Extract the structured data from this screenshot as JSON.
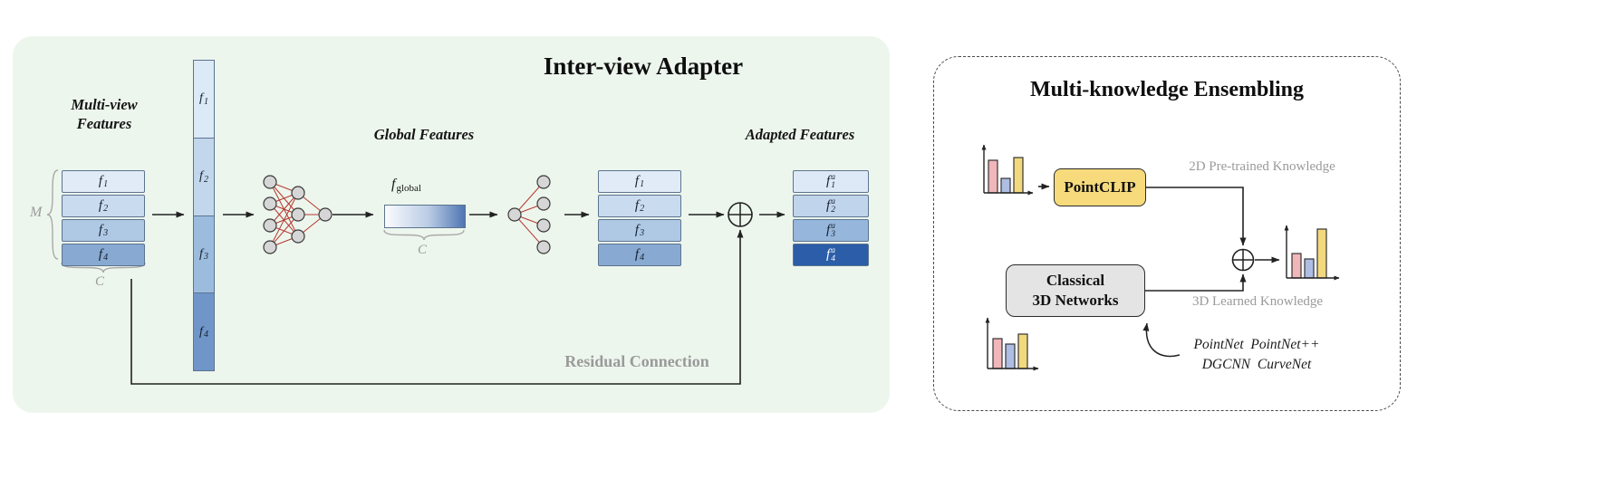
{
  "left_panel": {
    "title": "Inter-view Adapter",
    "multiview": {
      "line1": "Multi-view",
      "line2": "Features"
    },
    "m_label": "M",
    "c_stack": "C",
    "global_label": "Global Features",
    "fglobal": {
      "base": "f",
      "sub": "global"
    },
    "c_global": "C",
    "adapted_label": "Adapted Features",
    "residual_label": "Residual Connection",
    "stack1": [
      {
        "base": "f",
        "sub": "1"
      },
      {
        "base": "f",
        "sub": "2"
      },
      {
        "base": "f",
        "sub": "3"
      },
      {
        "base": "f",
        "sub": "4"
      }
    ],
    "column": [
      {
        "base": "f",
        "sub": "1"
      },
      {
        "base": "f",
        "sub": "2"
      },
      {
        "base": "f",
        "sub": "3"
      },
      {
        "base": "f",
        "sub": "4"
      }
    ],
    "stack2": [
      {
        "base": "f",
        "sub": "1"
      },
      {
        "base": "f",
        "sub": "2"
      },
      {
        "base": "f",
        "sub": "3"
      },
      {
        "base": "f",
        "sub": "4"
      }
    ],
    "stack3": [
      {
        "base": "f",
        "sub": "1",
        "sup": "a"
      },
      {
        "base": "f",
        "sub": "2",
        "sup": "a"
      },
      {
        "base": "f",
        "sub": "3",
        "sup": "a"
      },
      {
        "base": "f",
        "sub": "4",
        "sup": "a"
      }
    ]
  },
  "right_panel": {
    "title": "Multi-knowledge Ensembling",
    "pointclip": "PointCLIP",
    "classical": {
      "line1": "Classical",
      "line2": "3D Networks"
    },
    "k2d": "2D Pre-trained Knowledge",
    "k3d": "3D Learned Knowledge",
    "networks": {
      "line1": "PointNet  PointNet++",
      "line2": "DGCNN  CurveNet"
    }
  },
  "colors": {
    "panel_green": "#edf6ed",
    "box_blue_1": "#e0ebf7",
    "box_blue_2": "#c9dbee",
    "box_blue_3": "#afc9e5",
    "box_blue_4": "#88a9d1",
    "adapted_dark": "#2b5da8",
    "pointclip_yellow": "#f6da7b",
    "classical_gray": "#e4e4e4",
    "nn_line_red": "#b5382f",
    "bar_pink": "#f0b6ba",
    "bar_blue": "#aebde4",
    "bar_yellow": "#f3d97e",
    "gray_text": "#9a9a9a"
  }
}
